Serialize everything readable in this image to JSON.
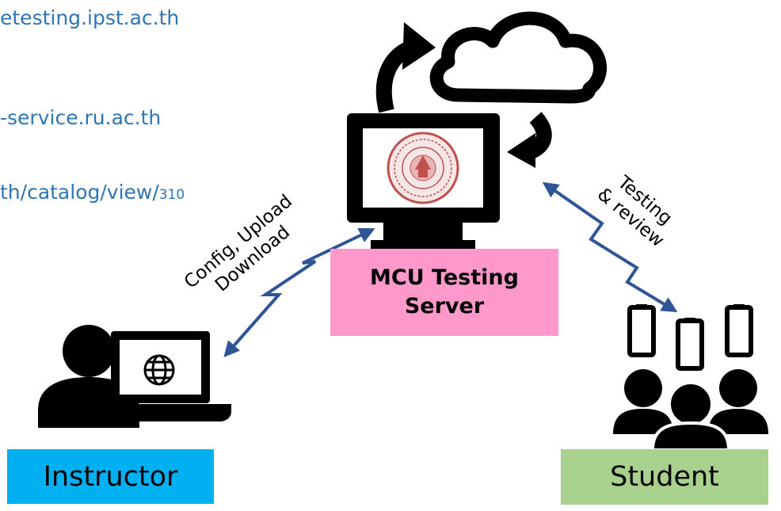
{
  "links": [
    {
      "text": "etesting.ipst.ac.th",
      "num": ""
    },
    {
      "text": "-service.ru.ac.th",
      "num": ""
    },
    {
      "text": "th/catalog/view/",
      "num": "310"
    }
  ],
  "server": {
    "line1": "MCU Testing",
    "line2": "Server"
  },
  "instructor": {
    "label": "Instructor"
  },
  "student": {
    "label": "Student"
  },
  "arrows": {
    "left_line1": "Config, Upload",
    "left_line2": "Download",
    "right_line1": "Testing",
    "right_line2": "& review"
  },
  "colors": {
    "link": "#2e75b6",
    "server_box": "#ff99cc",
    "instructor_box": "#00b0f0",
    "student_box": "#a9d18e",
    "arrow": "#2f5597"
  },
  "icons": [
    "cloud-icon",
    "sync-arrows-icon",
    "monitor-icon",
    "university-seal-icon",
    "person-with-laptop-icon",
    "globe-icon",
    "smartphone-icon",
    "group-icon"
  ]
}
